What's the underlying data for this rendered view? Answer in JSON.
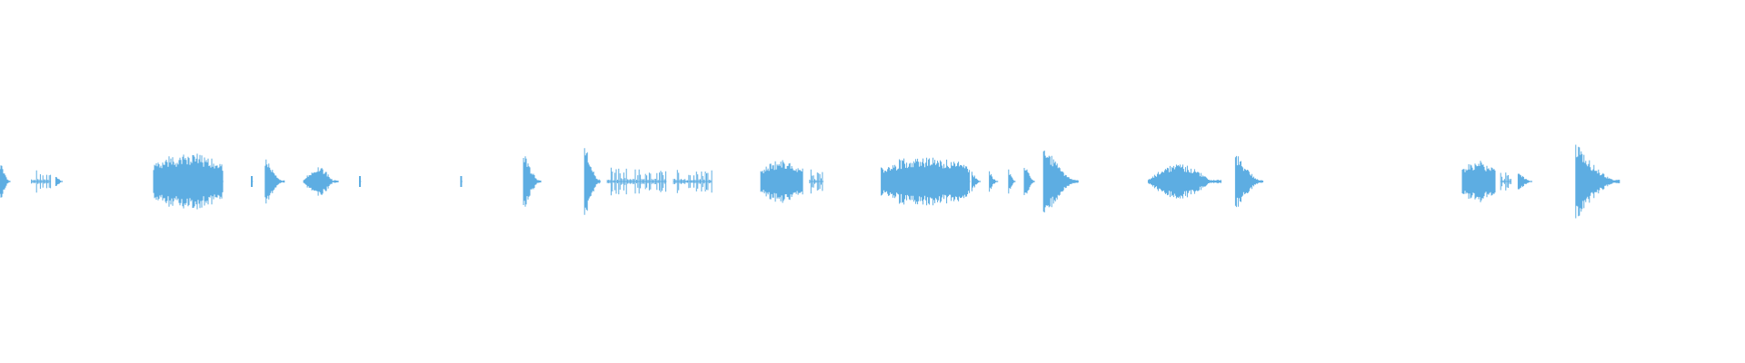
{
  "waveform": {
    "color": "#5dade2",
    "background": "#ffffff",
    "segments": [
      {
        "start": 0.0,
        "end": 0.006,
        "peak": 0.12,
        "shape": "attack"
      },
      {
        "start": 0.018,
        "end": 0.029,
        "peak": 0.07,
        "shape": "sparse"
      },
      {
        "start": 0.032,
        "end": 0.036,
        "peak": 0.04,
        "shape": "attack"
      },
      {
        "start": 0.088,
        "end": 0.128,
        "peak": 0.17,
        "shape": "dense"
      },
      {
        "start": 0.144,
        "end": 0.145,
        "peak": 0.01,
        "shape": "dot"
      },
      {
        "start": 0.152,
        "end": 0.163,
        "peak": 0.14,
        "shape": "attack"
      },
      {
        "start": 0.174,
        "end": 0.194,
        "peak": 0.08,
        "shape": "swell"
      },
      {
        "start": 0.206,
        "end": 0.207,
        "peak": 0.01,
        "shape": "dot"
      },
      {
        "start": 0.264,
        "end": 0.265,
        "peak": 0.01,
        "shape": "dot"
      },
      {
        "start": 0.3,
        "end": 0.31,
        "peak": 0.17,
        "shape": "attack"
      },
      {
        "start": 0.335,
        "end": 0.344,
        "peak": 0.22,
        "shape": "attack"
      },
      {
        "start": 0.348,
        "end": 0.382,
        "peak": 0.08,
        "shape": "sparse"
      },
      {
        "start": 0.386,
        "end": 0.408,
        "peak": 0.07,
        "shape": "sparse"
      },
      {
        "start": 0.436,
        "end": 0.46,
        "peak": 0.13,
        "shape": "dense"
      },
      {
        "start": 0.464,
        "end": 0.472,
        "peak": 0.08,
        "shape": "sparse"
      },
      {
        "start": 0.505,
        "end": 0.556,
        "peak": 0.15,
        "shape": "dense"
      },
      {
        "start": 0.557,
        "end": 0.562,
        "peak": 0.06,
        "shape": "attack"
      },
      {
        "start": 0.567,
        "end": 0.572,
        "peak": 0.06,
        "shape": "attack"
      },
      {
        "start": 0.578,
        "end": 0.582,
        "peak": 0.08,
        "shape": "attack"
      },
      {
        "start": 0.587,
        "end": 0.593,
        "peak": 0.12,
        "shape": "attack"
      },
      {
        "start": 0.598,
        "end": 0.618,
        "peak": 0.22,
        "shape": "attack"
      },
      {
        "start": 0.658,
        "end": 0.7,
        "peak": 0.1,
        "shape": "swell"
      },
      {
        "start": 0.708,
        "end": 0.724,
        "peak": 0.17,
        "shape": "attack"
      },
      {
        "start": 0.838,
        "end": 0.857,
        "peak": 0.12,
        "shape": "dense"
      },
      {
        "start": 0.86,
        "end": 0.866,
        "peak": 0.07,
        "shape": "sparse"
      },
      {
        "start": 0.87,
        "end": 0.878,
        "peak": 0.06,
        "shape": "attack"
      },
      {
        "start": 0.903,
        "end": 0.928,
        "peak": 0.22,
        "shape": "attack"
      }
    ]
  }
}
